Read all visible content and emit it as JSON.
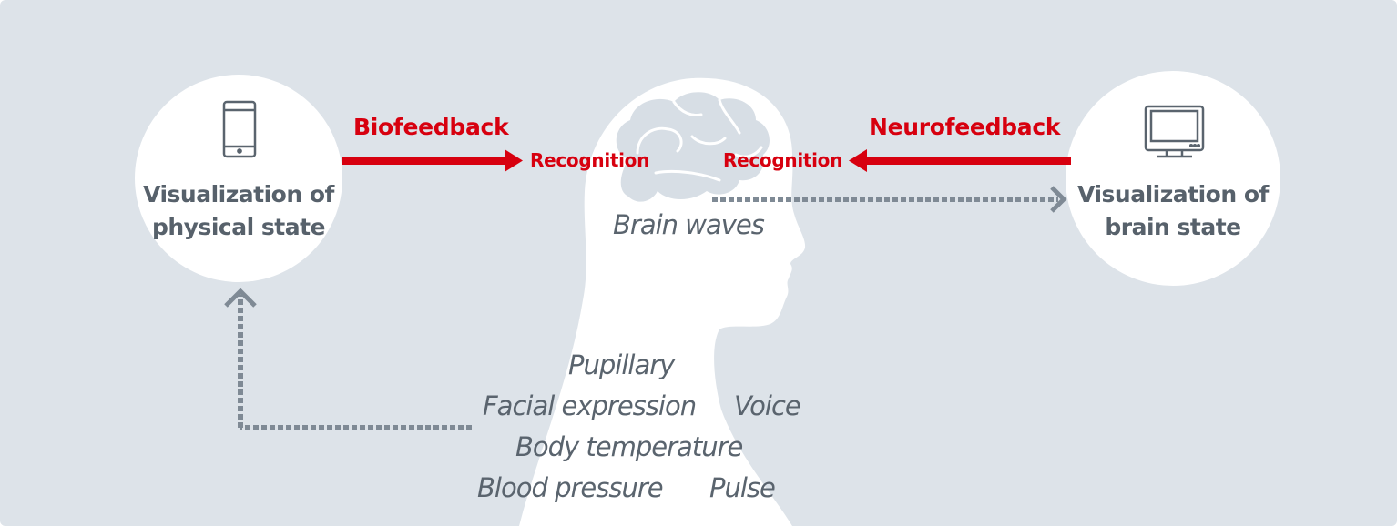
{
  "colors": {
    "background": "#dde3e9",
    "circle_fill": "#ffffff",
    "accent_red": "#d7000f",
    "text_gray": "#57616b",
    "dashed_gray": "#7f8a95"
  },
  "left_node": {
    "icon": "smartphone-icon",
    "label_line1": "Visualization of",
    "label_line2": "physical state"
  },
  "right_node": {
    "icon": "monitor-icon",
    "label_line1": "Visualization of",
    "label_line2": "brain state"
  },
  "center_node": {
    "icon": "brain-icon",
    "figure": "human-head-silhouette",
    "brain_label": "Brain waves"
  },
  "arrows": {
    "biofeedback": {
      "title": "Biofeedback",
      "target_label": "Recognition"
    },
    "neurofeedback": {
      "title": "Neurofeedback",
      "target_label": "Recognition"
    }
  },
  "physical_signals": {
    "line1": [
      "Pupillary"
    ],
    "line2": [
      "Facial expression",
      "Voice"
    ],
    "line3": [
      "Body temperature"
    ],
    "line4": [
      "Blood pressure",
      "Pulse"
    ]
  }
}
